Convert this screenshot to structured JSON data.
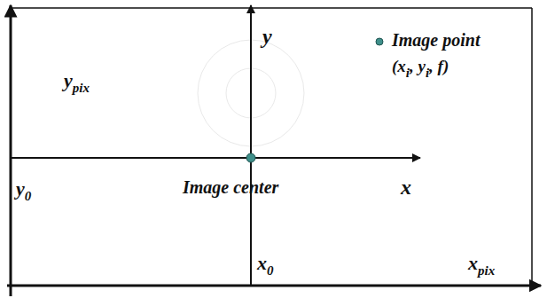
{
  "diagram": {
    "labels": [
      "y",
      "Image point",
      "(x",
      "i",
      ", y",
      "i",
      ", f)",
      "y",
      "pix",
      "y",
      "0",
      "Image center",
      "x",
      "x",
      "0",
      "x",
      "pix"
    ]
  }
}
